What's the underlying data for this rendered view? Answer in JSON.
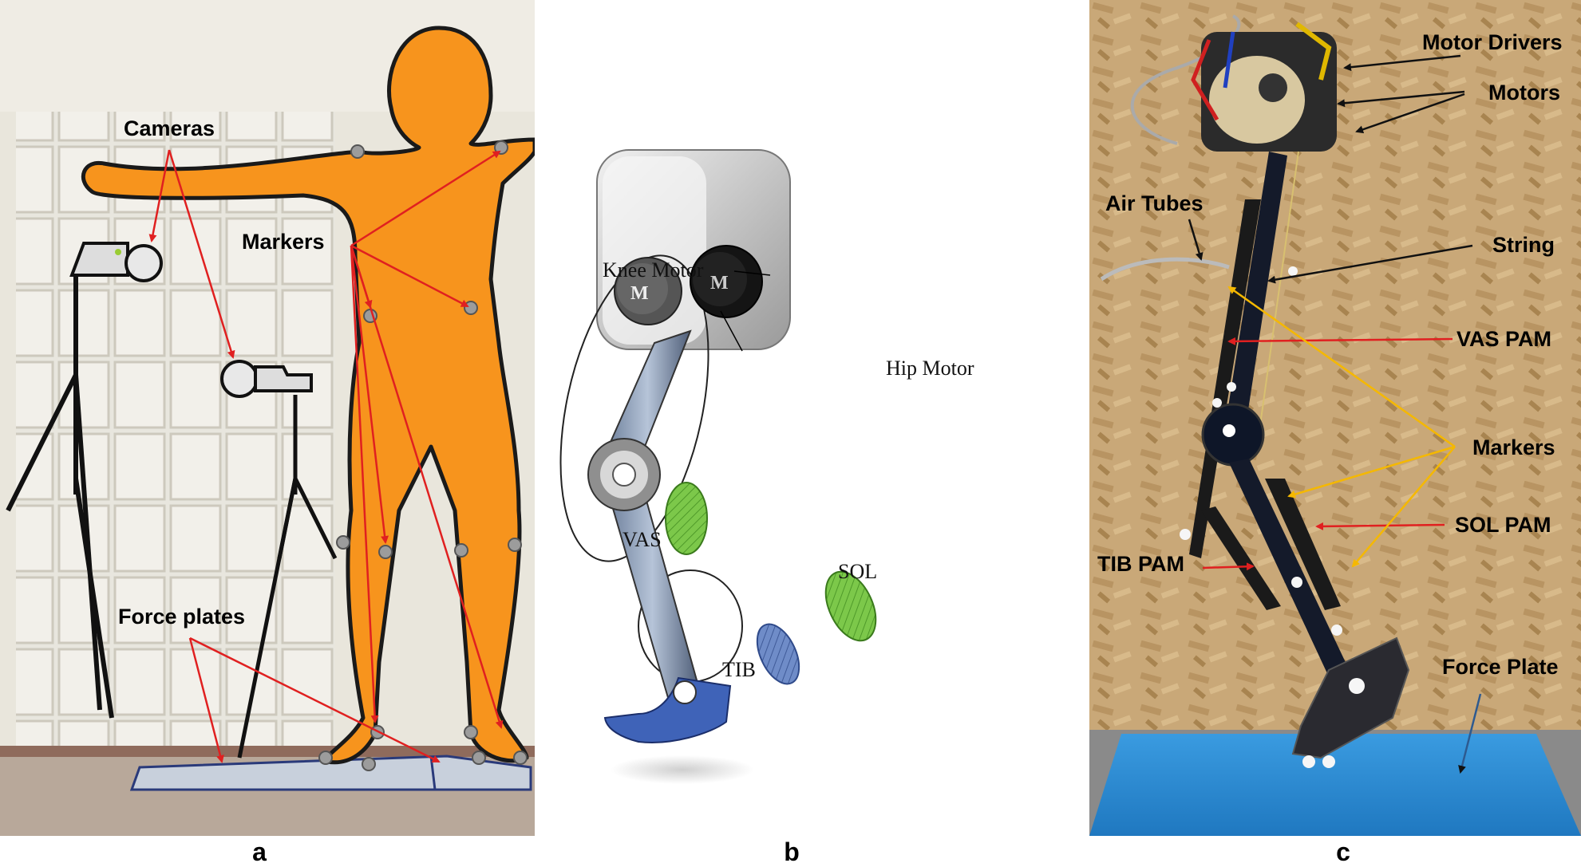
{
  "panel_a": {
    "cameras_label": "Cameras",
    "markers_label": "Markers",
    "force_plates_label": "Force plates",
    "letter": "a"
  },
  "panel_b": {
    "knee_motor_label": "Knee Motor",
    "hip_motor_label": "Hip Motor",
    "motor_symbol": "M",
    "vas_label": "VAS",
    "sol_label": "SOL",
    "tib_label": "TIB",
    "letter": "b"
  },
  "panel_c": {
    "motor_drivers_label": "Motor Drivers",
    "motors_label": "Motors",
    "air_tubes_label": "Air Tubes",
    "string_label": "String",
    "vas_pam_label": "VAS PAM",
    "markers_label": "Markers",
    "sol_pam_label": "SOL PAM",
    "tib_pam_label": "TIB PAM",
    "force_plate_label": "Force Plate",
    "letter": "c"
  },
  "colors": {
    "figure_orange": "#f7941d",
    "arrow_red": "#e02020",
    "arrow_orange": "#f5b800",
    "muscle_green": "#7cc84a",
    "muscle_blue": "#5b79b8",
    "plate_blue": "#2f8fd8",
    "board_tan": "#c9a878"
  }
}
